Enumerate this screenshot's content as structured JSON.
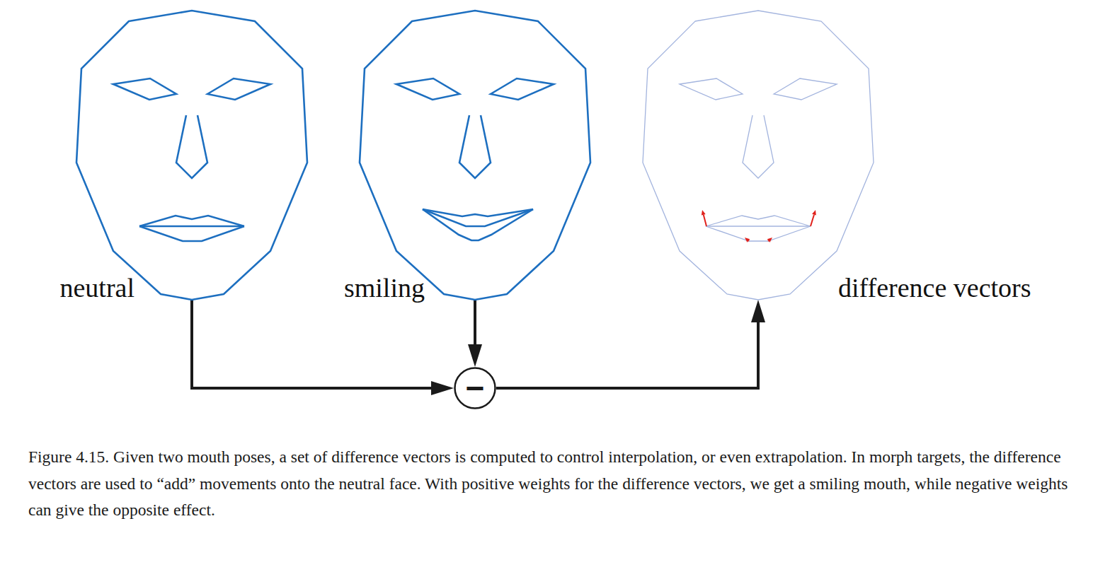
{
  "diagram": {
    "caption": "Figure 4.15. Given two mouth poses, a set of difference vectors is computed to control interpolation, or even extrapolation. In morph targets, the difference vectors are used to “add” movements onto the neutral face. With positive weights for the difference vectors, we get a smiling mouth, while negative weights can give the opposite effect.",
    "nodes": [
      {
        "text": [
          "neutral"
        ]
      },
      {
        "text": [
          "smiling"
        ]
      },
      {
        "text": [
          "difference vectors"
        ]
      },
      {
        "text": [
          "−"
        ]
      }
    ],
    "edges": [
      {
        "from": 0,
        "to": 3,
        "arrow": "to"
      },
      {
        "from": 1,
        "to": 3,
        "arrow": "to"
      },
      {
        "from": 3,
        "to": 2,
        "arrow": "to"
      }
    ]
  }
}
